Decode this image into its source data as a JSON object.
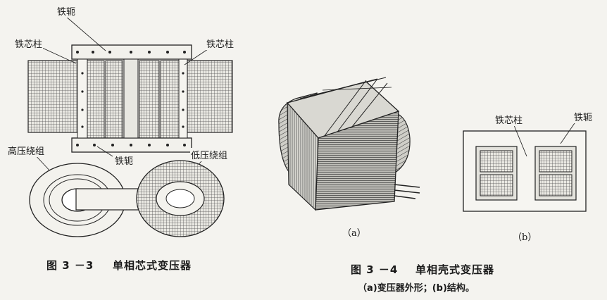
{
  "fig33": {
    "labels": {
      "yoke_top": "铁轭",
      "core_left": "铁芯柱",
      "core_right": "铁芯柱",
      "hv_winding": "高压绕组",
      "yoke_bottom": "铁轭",
      "lv_winding": "低压绕组"
    },
    "caption_num": "图 3 －3",
    "caption_title": "单相芯式变压器"
  },
  "fig34": {
    "labels": {
      "core_column": "铁芯柱",
      "yoke": "铁轭"
    },
    "panel_a": "（a）",
    "panel_b": "（b）",
    "caption_num": "图 3 －4",
    "caption_title": "单相壳式变压器",
    "caption_sub": "（a)变压器外形；(b)结构。"
  }
}
